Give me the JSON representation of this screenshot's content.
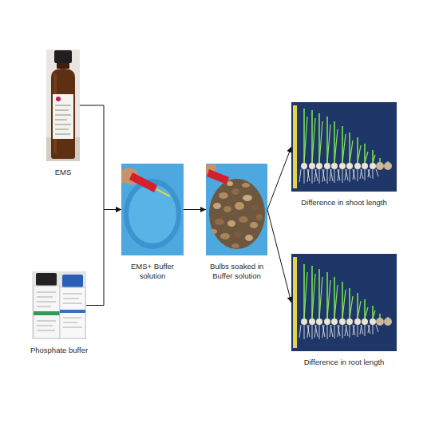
{
  "diagram": {
    "nodes": [
      {
        "text": [
          "EMS"
        ]
      },
      {
        "text": [
          "Phosphate buffer"
        ]
      },
      {
        "text": [
          "EMS+ Buffer solution"
        ]
      },
      {
        "text": [
          "Bulbs soaked in Buffer solution"
        ]
      },
      {
        "text": [
          "Difference in shoot length"
        ]
      },
      {
        "text": [
          "Difference in root length"
        ]
      }
    ],
    "edges": [
      {
        "from": 0,
        "to": 2,
        "arrow": "to"
      },
      {
        "from": 1,
        "to": 2,
        "arrow": "to"
      },
      {
        "from": 2,
        "to": 3,
        "arrow": "to"
      },
      {
        "from": 3,
        "to": 4,
        "arrow": "to"
      },
      {
        "from": 3,
        "to": 5,
        "arrow": "to"
      }
    ]
  }
}
